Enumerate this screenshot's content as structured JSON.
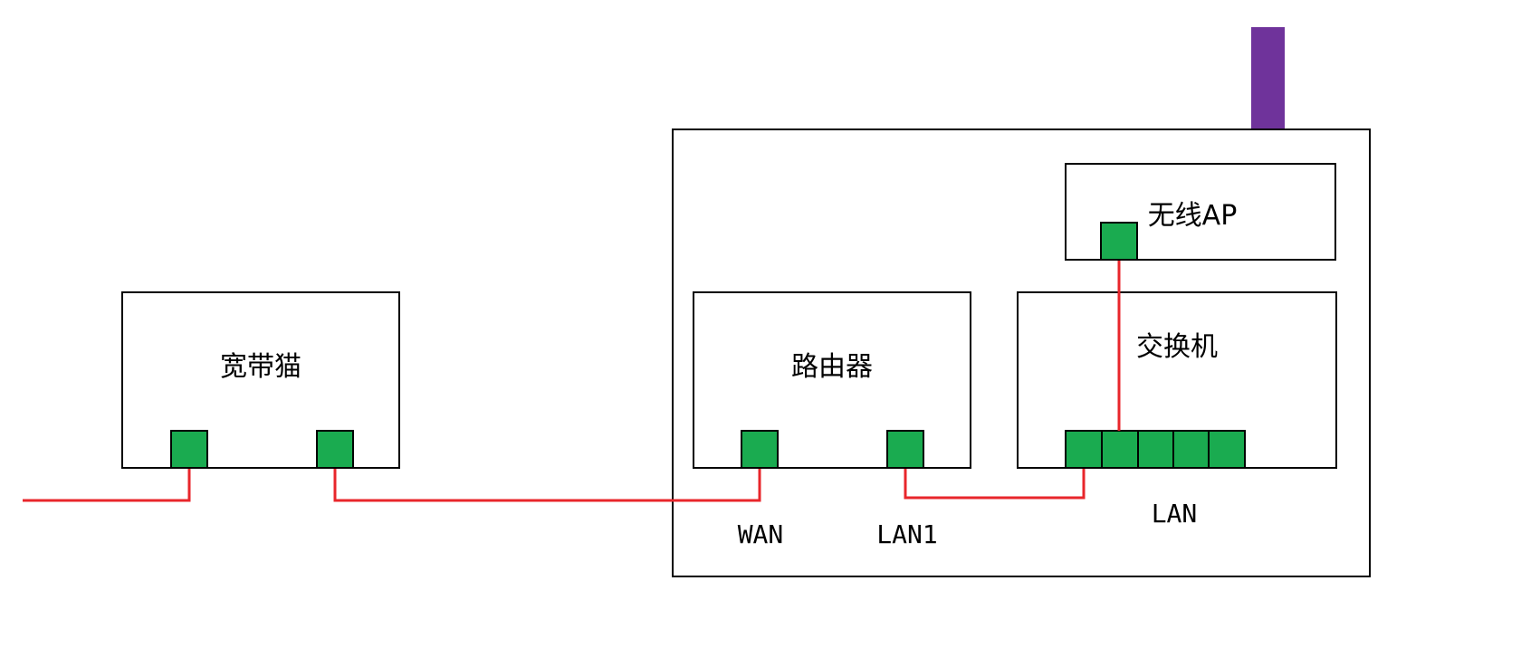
{
  "devices": {
    "modem": {
      "label": "宽带猫"
    },
    "router": {
      "label": "路由器"
    },
    "switch": {
      "label": "交换机"
    },
    "ap": {
      "label": "无线AP"
    }
  },
  "ports": {
    "wan": "WAN",
    "lan1": "LAN1",
    "lan": "LAN"
  },
  "colors": {
    "port": "#1aab50",
    "wire": "#e8262b",
    "antenna": "#6f339b"
  }
}
